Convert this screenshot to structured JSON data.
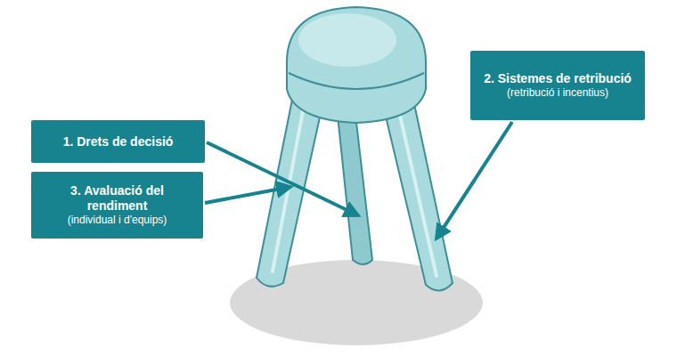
{
  "diagram": {
    "nodes": [
      {
        "text": [
          "1. Drets de decisió"
        ]
      },
      {
        "text": [
          "2. Sistemes de retribució",
          "(retribució i incentius)"
        ]
      },
      {
        "text": [
          "3. Avaluació del rendiment",
          "(individual i d'equips)"
        ]
      }
    ]
  }
}
